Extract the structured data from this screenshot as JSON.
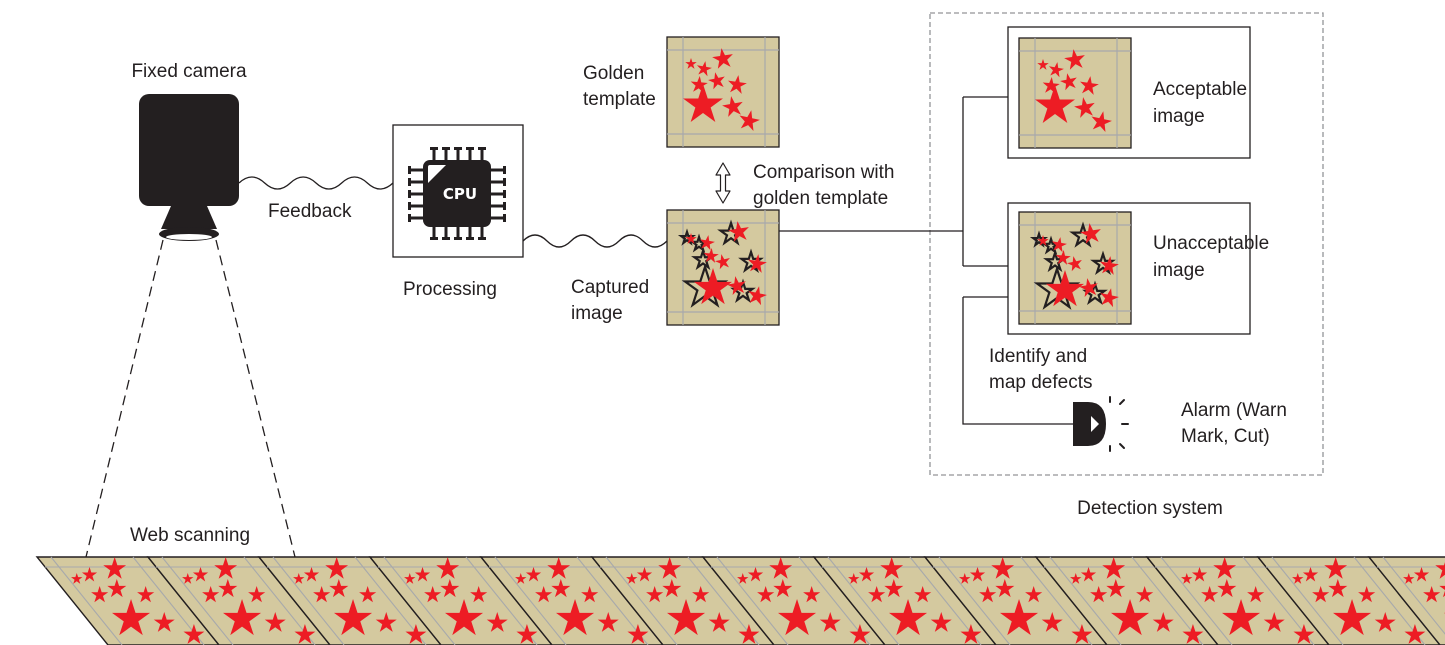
{
  "labels": {
    "fixed_camera": "Fixed camera",
    "feedback": "Feedback",
    "processing": "Processing",
    "cpu": "CPU",
    "golden_template": [
      "Golden",
      "template"
    ],
    "comparison": [
      "Comparison with",
      "golden template"
    ],
    "captured_image": [
      "Captured",
      "image"
    ],
    "acceptable_image": [
      "Acceptable",
      "image"
    ],
    "unacceptable_image": [
      "Unacceptable",
      "image"
    ],
    "identify_defects": [
      "Identify and",
      "map defects"
    ],
    "alarm": [
      "Alarm (Warn",
      "Mark, Cut)"
    ],
    "detection_system": "Detection system",
    "web_scanning": "Web scanning"
  },
  "colors": {
    "panel_fill": "#d4c99f",
    "star_red": "#ed1c24",
    "ink": "#231f20",
    "grid_line": "#a7a9ac",
    "dashed_border": "#939598"
  },
  "icons": [
    "camera-icon",
    "cpu-chip-icon",
    "double-arrow-icon",
    "alarm-light-icon"
  ]
}
